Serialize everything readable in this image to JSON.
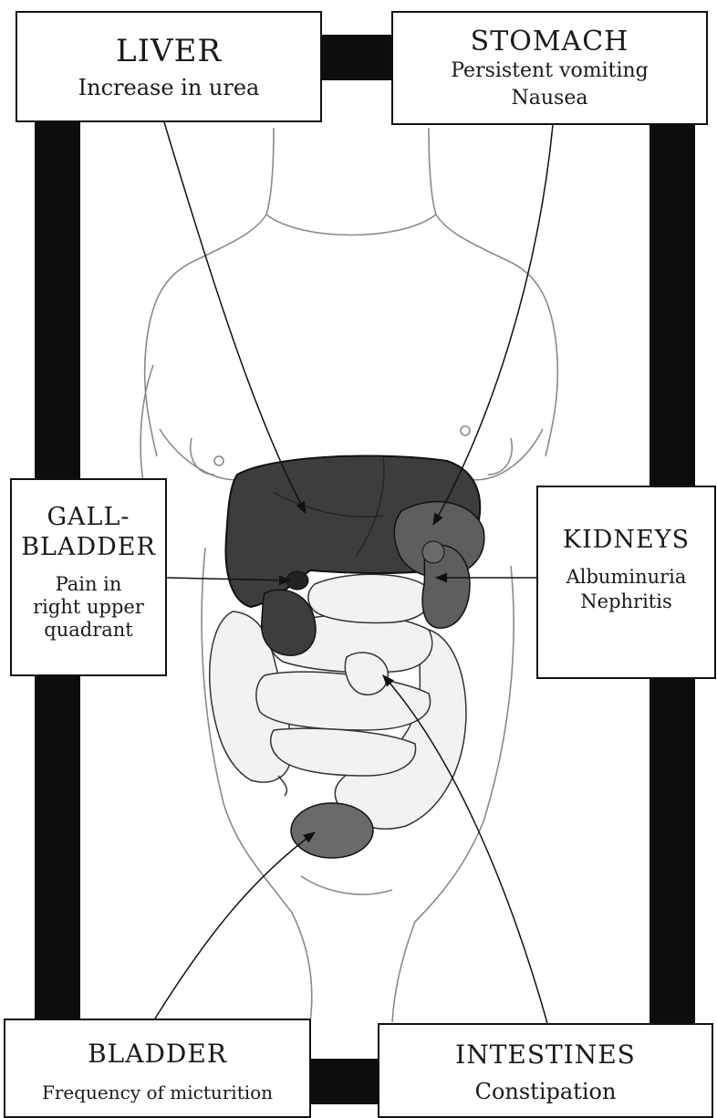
{
  "boxes": {
    "liver": {
      "title": "LIVER",
      "desc": "Increase in urea"
    },
    "stomach": {
      "title": "STOMACH",
      "desc": "Persistent vomiting\nNausea"
    },
    "gallbladder": {
      "title": "GALL-\nBLADDER",
      "desc": "Pain in\nright upper\nquadrant"
    },
    "kidneys": {
      "title": "KIDNEYS",
      "desc": "Albuminuria\nNephritis"
    },
    "bladder": {
      "title": "BLADDER",
      "desc": "Frequency of micturition"
    },
    "intestines": {
      "title": "INTESTINES",
      "desc": "Constipation"
    }
  },
  "colors": {
    "frame": "#0d0d0d",
    "body_outline": "#8a8a8a",
    "organ_dark": "#3d3d3d",
    "organ_mid": "#5e5e5e",
    "intestine_fill": "#f2f2f2"
  }
}
